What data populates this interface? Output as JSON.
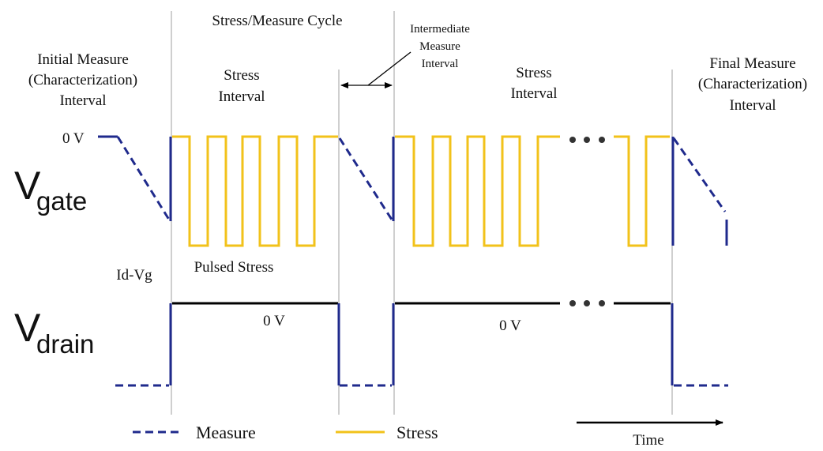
{
  "colors": {
    "measure": "#1f2a8c",
    "stress": "#f2c21a",
    "bias": "#000000",
    "divider": "#bfbfbf"
  },
  "header": {
    "cycle_label": "Stress/Measure Cycle",
    "intermediate_label": [
      "Intermediate",
      "Measure",
      "Interval"
    ]
  },
  "intervals": {
    "initial": [
      "Initial Measure",
      "(Characterization)",
      "Interval"
    ],
    "stress_1": [
      "Stress",
      "Interval"
    ],
    "stress_2": [
      "Stress",
      "Interval"
    ],
    "final": [
      "Final Measure",
      "(Characterization)",
      "Interval"
    ]
  },
  "gate": {
    "label_main": "V",
    "label_sub": "gate",
    "zero_label": "0  V",
    "pulsed_label": "Pulsed Stress",
    "idvg_label": "Id-Vg"
  },
  "drain": {
    "label_main": "V",
    "label_sub": "drain",
    "zero_label_1": "0  V",
    "zero_label_2": "0  V"
  },
  "legend": {
    "measure_label": "Measure",
    "stress_label": "Stress",
    "time_label": "Time"
  }
}
